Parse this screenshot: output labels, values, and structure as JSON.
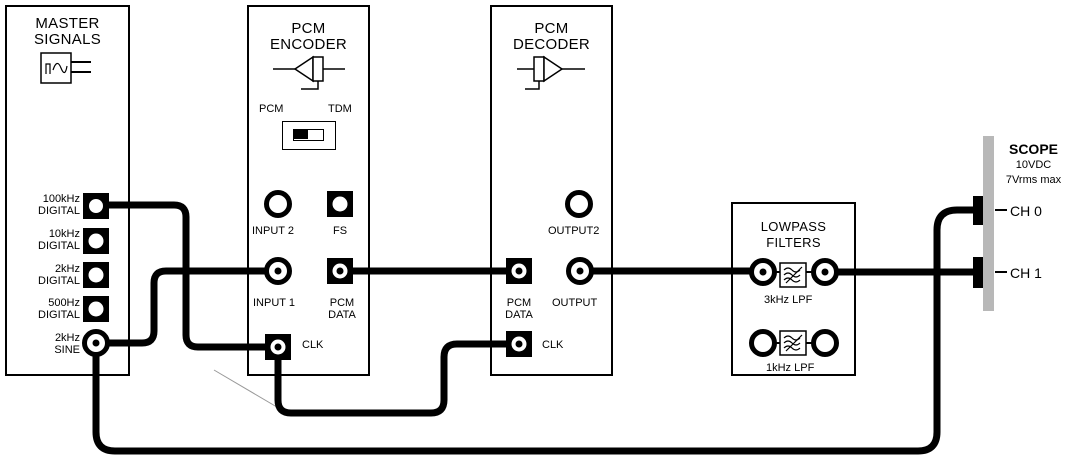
{
  "master_signals": {
    "title_line1": "MASTER",
    "title_line2": "SIGNALS",
    "outputs": [
      {
        "line1": "100kHz",
        "line2": "DIGITAL"
      },
      {
        "line1": "10kHz",
        "line2": "DIGITAL"
      },
      {
        "line1": "2kHz",
        "line2": "DIGITAL"
      },
      {
        "line1": "500Hz",
        "line2": "DIGITAL"
      },
      {
        "line1": "2kHz",
        "line2": "SINE"
      }
    ]
  },
  "pcm_encoder": {
    "title_line1": "PCM",
    "title_line2": "ENCODER",
    "switch_left": "PCM",
    "switch_right": "TDM",
    "input2": "INPUT 2",
    "fs": "FS",
    "input1": "INPUT 1",
    "pcm_data_line1": "PCM",
    "pcm_data_line2": "DATA",
    "clk": "CLK"
  },
  "pcm_decoder": {
    "title_line1": "PCM",
    "title_line2": "DECODER",
    "output2": "OUTPUT2",
    "pcm_data_line1": "PCM",
    "pcm_data_line2": "DATA",
    "output": "OUTPUT",
    "clk": "CLK"
  },
  "lowpass_filters": {
    "title_line1": "LOWPASS",
    "title_line2": "FILTERS",
    "filter1": "3kHz LPF",
    "filter2": "1kHz LPF"
  },
  "scope": {
    "title": "SCOPE",
    "spec1": "10VDC",
    "spec2": "7Vrms max",
    "ch0": "CH 0",
    "ch1": "CH 1"
  }
}
